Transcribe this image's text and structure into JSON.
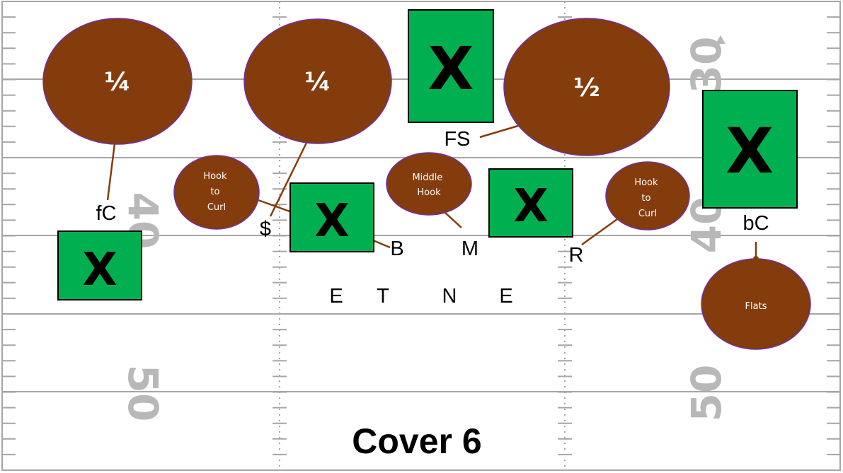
{
  "title": "Cover 6",
  "colors": {
    "zone_fill": "#843c0c",
    "zone_stroke": "#7030a0",
    "connector": "#843c0c",
    "receiver_fill": "#00b050",
    "field_line": "#a6a6a6",
    "yard_number": "#b8b8b8"
  },
  "yard_numbers": {
    "left": [
      "40",
      "50"
    ],
    "right": [
      "30",
      "40",
      "50"
    ]
  },
  "zones": [
    {
      "id": "deep-quarter-left",
      "label": "¼"
    },
    {
      "id": "deep-quarter-mid",
      "label": "¼"
    },
    {
      "id": "deep-half",
      "label": "½"
    },
    {
      "id": "hook-curl-left",
      "label": "Hook to Curl"
    },
    {
      "id": "middle-hook",
      "label": "Middle Hook"
    },
    {
      "id": "hook-curl-right",
      "label": "Hook to Curl"
    },
    {
      "id": "flats",
      "label": "Flats"
    }
  ],
  "defenders": [
    {
      "id": "fc",
      "label": "fC"
    },
    {
      "id": "dollar",
      "label": "$"
    },
    {
      "id": "b",
      "label": "B"
    },
    {
      "id": "m",
      "label": "M"
    },
    {
      "id": "r",
      "label": "R"
    },
    {
      "id": "fs",
      "label": "FS"
    },
    {
      "id": "bc",
      "label": "bC"
    }
  ],
  "receivers": [
    {
      "id": "x-top-center",
      "label": "X"
    },
    {
      "id": "x-left",
      "label": "X"
    },
    {
      "id": "x-center-left",
      "label": "X"
    },
    {
      "id": "x-center-right",
      "label": "X"
    },
    {
      "id": "x-right",
      "label": "X"
    }
  ],
  "offense_line": [
    {
      "id": "e-left",
      "label": "E"
    },
    {
      "id": "t",
      "label": "T"
    },
    {
      "id": "n",
      "label": "N"
    },
    {
      "id": "e-right",
      "label": "E"
    }
  ]
}
